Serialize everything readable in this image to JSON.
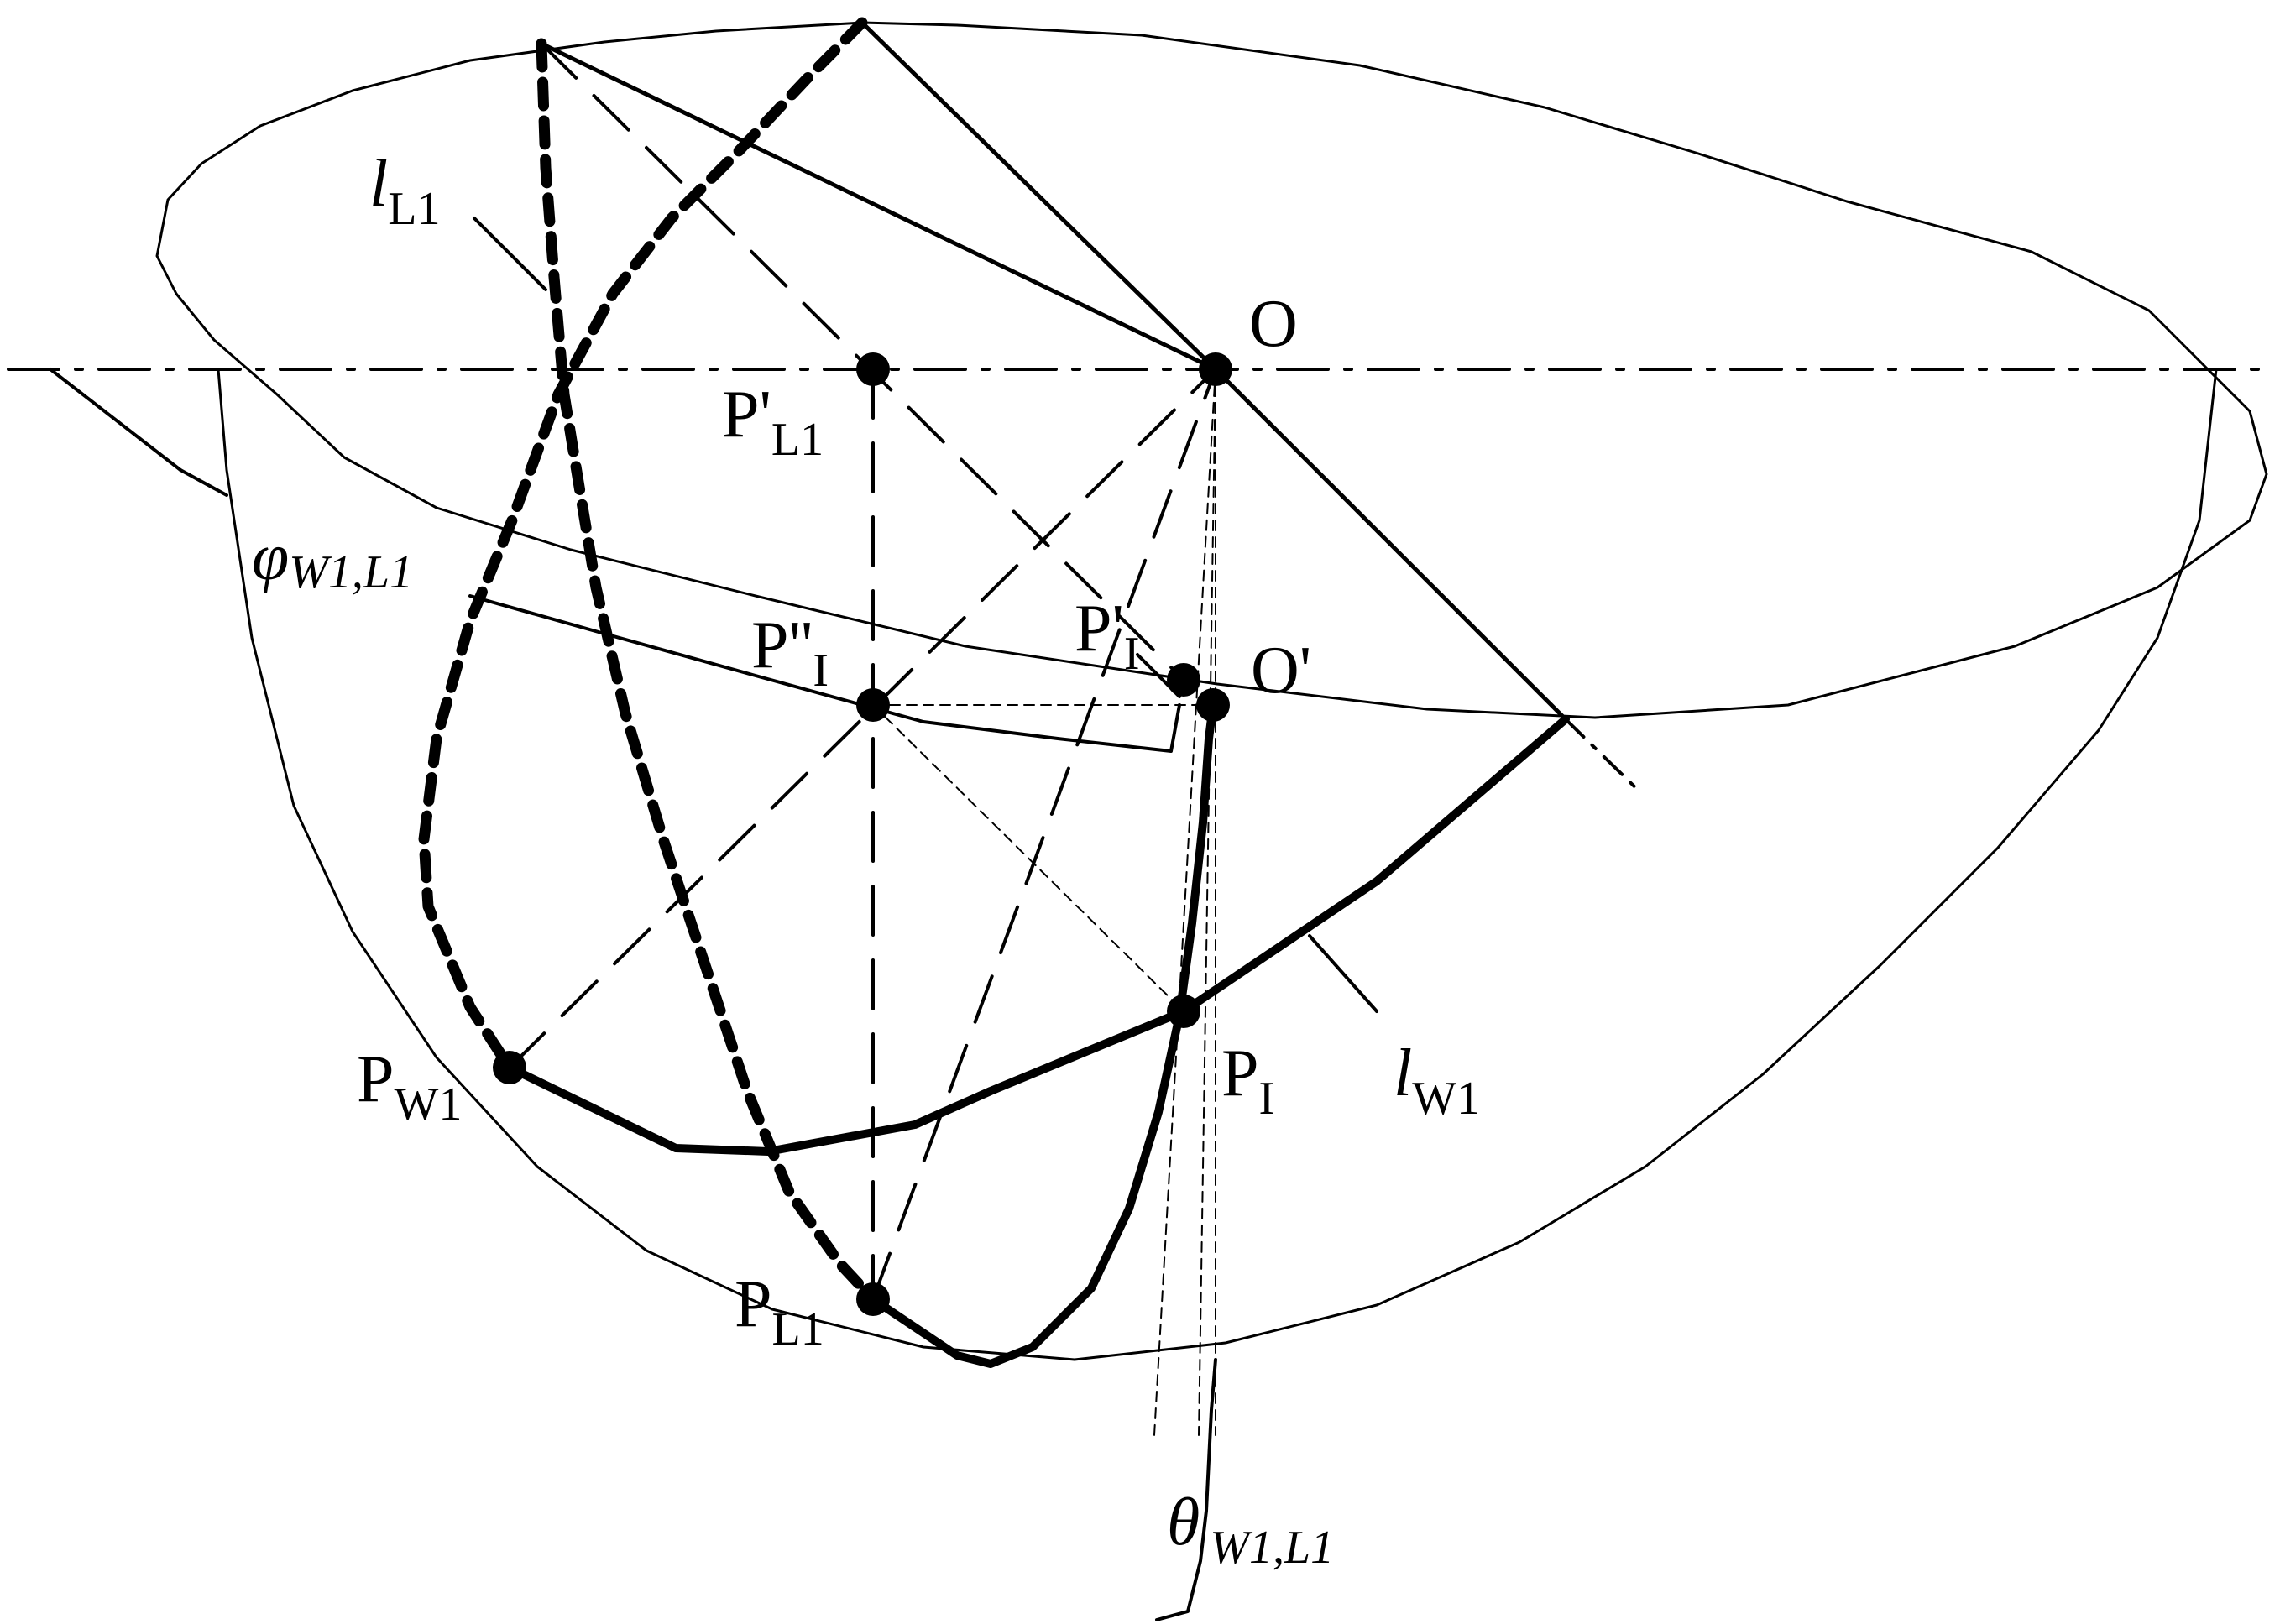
{
  "diagram": {
    "labels": {
      "O": {
        "main": "O"
      },
      "O_prime": {
        "main": "O'"
      },
      "P_prime_L1": {
        "main": "P'",
        "sub": "L1"
      },
      "P_double_prime_I": {
        "main": "P''",
        "sub": "I"
      },
      "P_prime_I": {
        "main": "P'",
        "sub": "I"
      },
      "P_I": {
        "main": "P",
        "sub": "I"
      },
      "P_W1": {
        "main": "P",
        "sub": "W1"
      },
      "P_L1": {
        "main": "P",
        "sub": "L1"
      },
      "l_L1": {
        "main": "l",
        "sub": "L1"
      },
      "l_W1": {
        "main": "l",
        "sub": "W1"
      },
      "phi": {
        "main": "φ",
        "sub": "W1,L1"
      },
      "theta": {
        "main": "θ",
        "sub": "W1,L1"
      }
    }
  }
}
